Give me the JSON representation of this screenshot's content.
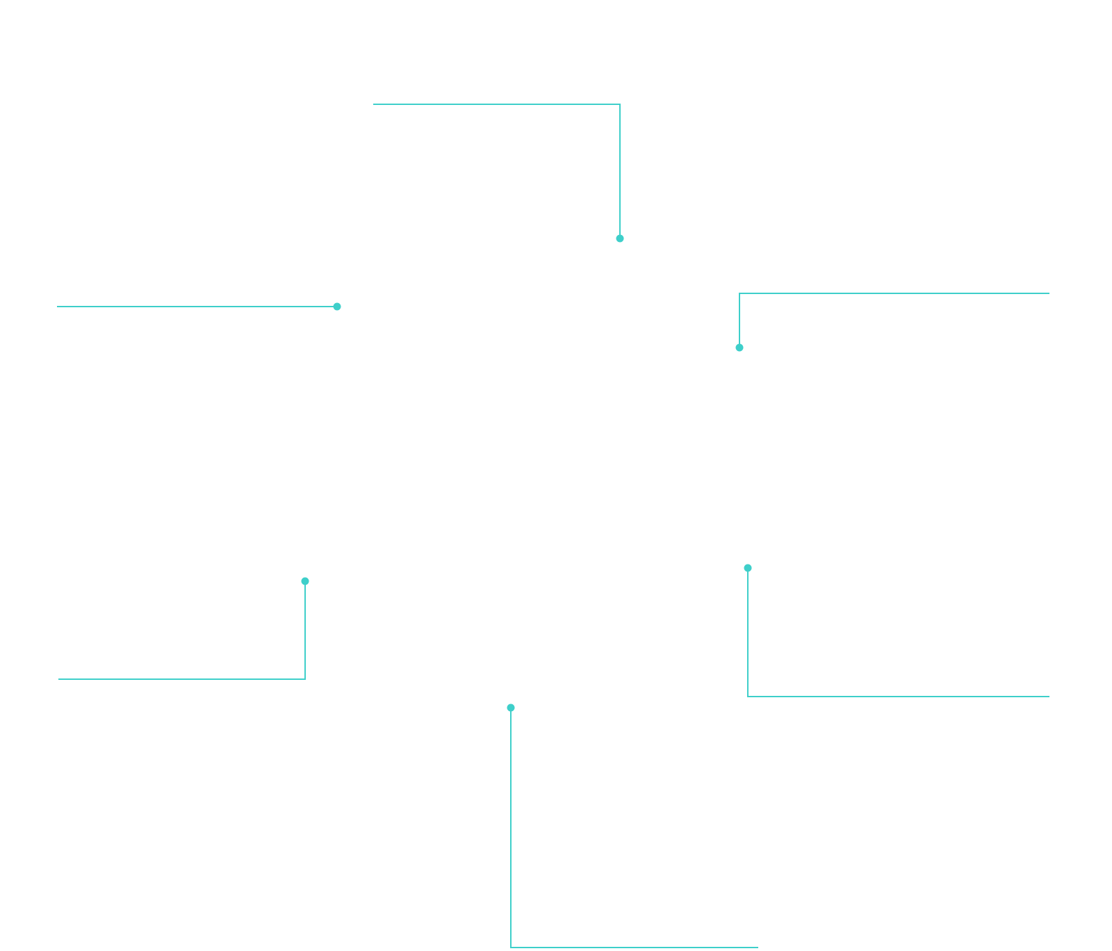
{
  "diagram": {
    "accent_color": "#3ecfca",
    "background_color": "#ffffff",
    "callouts": [
      {
        "id": "callout-top-center",
        "label": ""
      },
      {
        "id": "callout-left-upper",
        "label": ""
      },
      {
        "id": "callout-right-upper",
        "label": ""
      },
      {
        "id": "callout-left-lower",
        "label": ""
      },
      {
        "id": "callout-right-lower",
        "label": ""
      },
      {
        "id": "callout-bottom-center",
        "label": ""
      }
    ]
  }
}
